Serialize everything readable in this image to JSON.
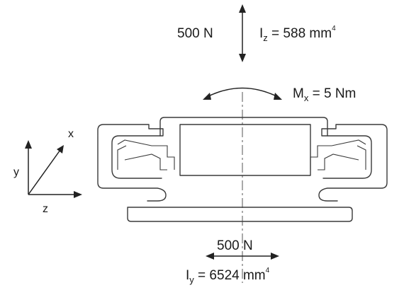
{
  "top_load": {
    "text": "500 N"
  },
  "iz": {
    "symbol": "I",
    "sub": "z",
    "rest": " = 588 mm",
    "sup": "4"
  },
  "moment": {
    "symbol": "M",
    "sub": "x",
    "rest": " = 5 Nm"
  },
  "bottom_load": {
    "text": "500 N"
  },
  "iy": {
    "symbol": "I",
    "sub": "y",
    "rest": " = 6524 mm",
    "sup": "4"
  },
  "axes": {
    "x": "x",
    "y": "y",
    "z": "z"
  }
}
